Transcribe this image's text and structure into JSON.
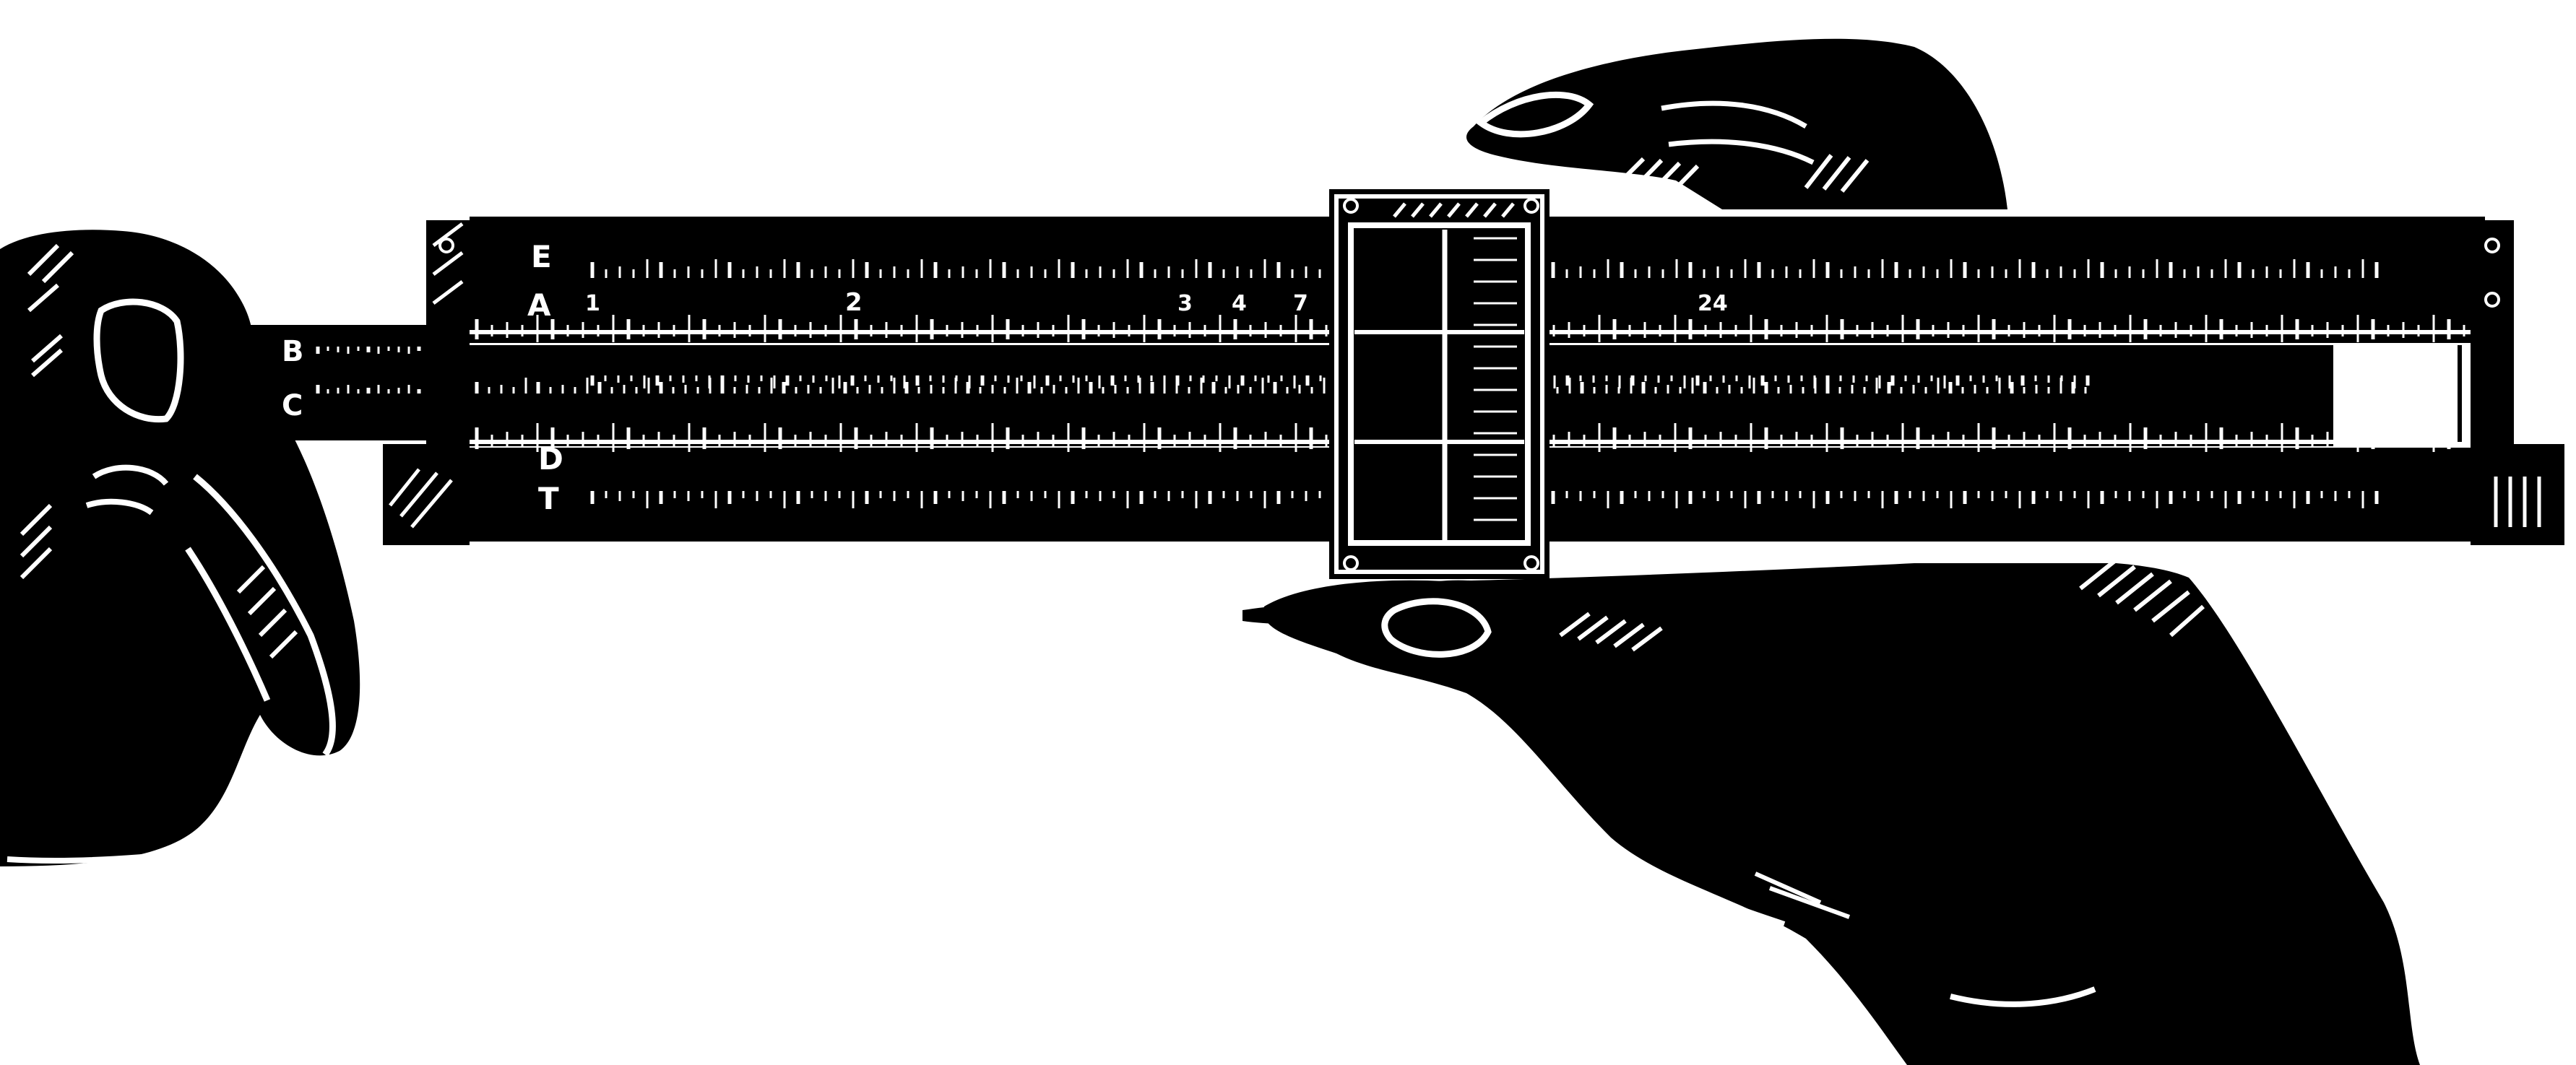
{
  "illustration": {
    "colors": {
      "ink": "#000000",
      "paper": "#ffffff"
    },
    "scale_labels": {
      "E": "E",
      "A": "A",
      "B": "B",
      "C": "C",
      "D": "D",
      "T": "T"
    },
    "a_scale_numbers": {
      "one": "1",
      "two": "2",
      "three": "3",
      "four": "4",
      "seven": "7",
      "twentyfour": "24"
    }
  }
}
